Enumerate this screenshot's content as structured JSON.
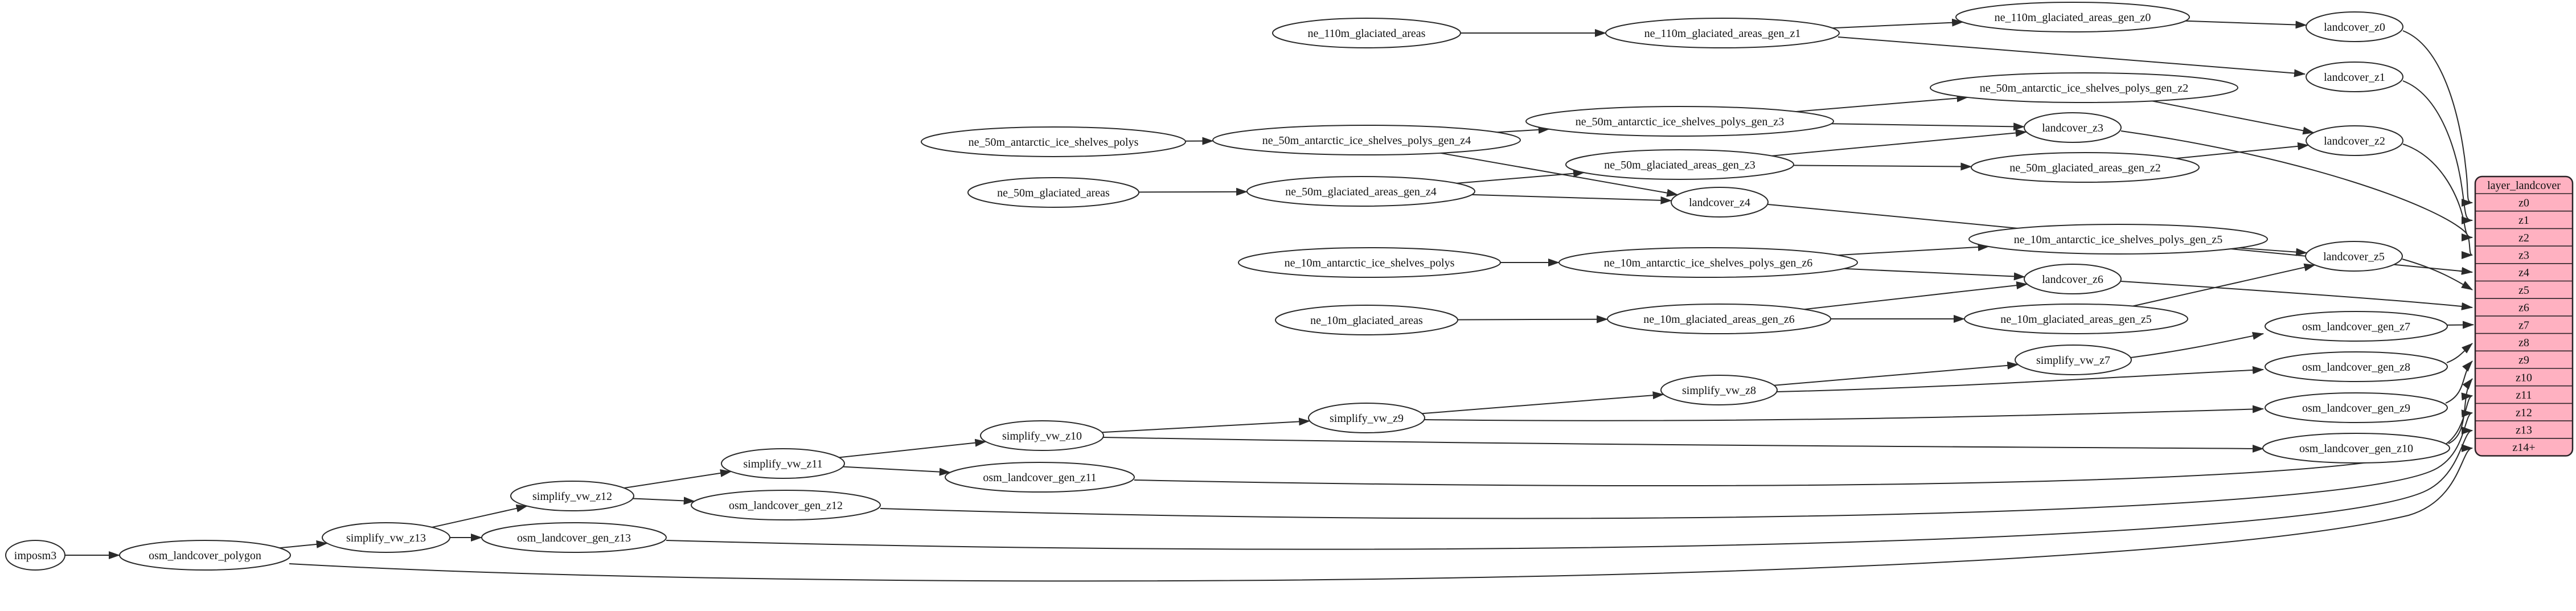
{
  "diagram": {
    "type": "graphviz-dependency-graph",
    "colors": {
      "background": "#ffffff",
      "node_fill": "#ffffff",
      "node_stroke": "#2a2a2a",
      "edge_color": "#2a2a2a",
      "table_fill": "#ffb1c1",
      "table_stroke": "#2b2226"
    },
    "table": {
      "title": "layer_landcover",
      "rows": [
        "z0",
        "z1",
        "z2",
        "z3",
        "z4",
        "z5",
        "z6",
        "z7",
        "z8",
        "z9",
        "z10",
        "z11",
        "z12",
        "z13",
        "z14+"
      ]
    },
    "nodes": [
      {
        "id": "imposm3",
        "label": "imposm3"
      },
      {
        "id": "osm_landcover_polygon",
        "label": "osm_landcover_polygon"
      },
      {
        "id": "simplify_vw_z13",
        "label": "simplify_vw_z13"
      },
      {
        "id": "osm_landcover_gen_z13",
        "label": "osm_landcover_gen_z13"
      },
      {
        "id": "simplify_vw_z12",
        "label": "simplify_vw_z12"
      },
      {
        "id": "osm_landcover_gen_z12",
        "label": "osm_landcover_gen_z12"
      },
      {
        "id": "simplify_vw_z11",
        "label": "simplify_vw_z11"
      },
      {
        "id": "osm_landcover_gen_z11",
        "label": "osm_landcover_gen_z11"
      },
      {
        "id": "simplify_vw_z10",
        "label": "simplify_vw_z10"
      },
      {
        "id": "simplify_vw_z9",
        "label": "simplify_vw_z9"
      },
      {
        "id": "simplify_vw_z8",
        "label": "simplify_vw_z8"
      },
      {
        "id": "simplify_vw_z7",
        "label": "simplify_vw_z7"
      },
      {
        "id": "osm_landcover_gen_z7",
        "label": "osm_landcover_gen_z7"
      },
      {
        "id": "osm_landcover_gen_z8",
        "label": "osm_landcover_gen_z8"
      },
      {
        "id": "osm_landcover_gen_z9",
        "label": "osm_landcover_gen_z9"
      },
      {
        "id": "osm_landcover_gen_z10",
        "label": "osm_landcover_gen_z10"
      },
      {
        "id": "ne_110m_glaciated_areas",
        "label": "ne_110m_glaciated_areas"
      },
      {
        "id": "ne_110m_glaciated_areas_gen_z1",
        "label": "ne_110m_glaciated_areas_gen_z1"
      },
      {
        "id": "ne_110m_glaciated_areas_gen_z0",
        "label": "ne_110m_glaciated_areas_gen_z0"
      },
      {
        "id": "landcover_z0",
        "label": "landcover_z0"
      },
      {
        "id": "landcover_z1",
        "label": "landcover_z1"
      },
      {
        "id": "ne_50m_antarctic_ice_shelves_polys",
        "label": "ne_50m_antarctic_ice_shelves_polys"
      },
      {
        "id": "ne_50m_antarctic_ice_shelves_polys_gen_z4",
        "label": "ne_50m_antarctic_ice_shelves_polys_gen_z4"
      },
      {
        "id": "ne_50m_antarctic_ice_shelves_polys_gen_z3",
        "label": "ne_50m_antarctic_ice_shelves_polys_gen_z3"
      },
      {
        "id": "ne_50m_antarctic_ice_shelves_polys_gen_z2",
        "label": "ne_50m_antarctic_ice_shelves_polys_gen_z2"
      },
      {
        "id": "landcover_z2",
        "label": "landcover_z2"
      },
      {
        "id": "landcover_z3",
        "label": "landcover_z3"
      },
      {
        "id": "landcover_z4",
        "label": "landcover_z4"
      },
      {
        "id": "ne_50m_glaciated_areas",
        "label": "ne_50m_glaciated_areas"
      },
      {
        "id": "ne_50m_glaciated_areas_gen_z4",
        "label": "ne_50m_glaciated_areas_gen_z4"
      },
      {
        "id": "ne_50m_glaciated_areas_gen_z3",
        "label": "ne_50m_glaciated_areas_gen_z3"
      },
      {
        "id": "ne_50m_glaciated_areas_gen_z2",
        "label": "ne_50m_glaciated_areas_gen_z2"
      },
      {
        "id": "ne_10m_antarctic_ice_shelves_polys",
        "label": "ne_10m_antarctic_ice_shelves_polys"
      },
      {
        "id": "ne_10m_antarctic_ice_shelves_polys_gen_z6",
        "label": "ne_10m_antarctic_ice_shelves_polys_gen_z6"
      },
      {
        "id": "ne_10m_antarctic_ice_shelves_polys_gen_z5",
        "label": "ne_10m_antarctic_ice_shelves_polys_gen_z5"
      },
      {
        "id": "landcover_z5",
        "label": "landcover_z5"
      },
      {
        "id": "landcover_z6",
        "label": "landcover_z6"
      },
      {
        "id": "ne_10m_glaciated_areas",
        "label": "ne_10m_glaciated_areas"
      },
      {
        "id": "ne_10m_glaciated_areas_gen_z6",
        "label": "ne_10m_glaciated_areas_gen_z6"
      },
      {
        "id": "ne_10m_glaciated_areas_gen_z5",
        "label": "ne_10m_glaciated_areas_gen_z5"
      }
    ],
    "edges": [
      {
        "from": "imposm3",
        "to": "osm_landcover_polygon"
      },
      {
        "from": "osm_landcover_polygon",
        "to": "simplify_vw_z13"
      },
      {
        "from": "osm_landcover_polygon",
        "to": "row_z14+"
      },
      {
        "from": "simplify_vw_z13",
        "to": "osm_landcover_gen_z13"
      },
      {
        "from": "simplify_vw_z13",
        "to": "simplify_vw_z12"
      },
      {
        "from": "osm_landcover_gen_z13",
        "to": "row_z13"
      },
      {
        "from": "simplify_vw_z12",
        "to": "osm_landcover_gen_z12"
      },
      {
        "from": "simplify_vw_z12",
        "to": "simplify_vw_z11"
      },
      {
        "from": "osm_landcover_gen_z12",
        "to": "row_z12"
      },
      {
        "from": "simplify_vw_z11",
        "to": "osm_landcover_gen_z11"
      },
      {
        "from": "simplify_vw_z11",
        "to": "simplify_vw_z10"
      },
      {
        "from": "osm_landcover_gen_z11",
        "to": "row_z11"
      },
      {
        "from": "simplify_vw_z10",
        "to": "simplify_vw_z9"
      },
      {
        "from": "simplify_vw_z10",
        "to": "osm_landcover_gen_z10"
      },
      {
        "from": "simplify_vw_z9",
        "to": "simplify_vw_z8"
      },
      {
        "from": "simplify_vw_z9",
        "to": "osm_landcover_gen_z9"
      },
      {
        "from": "simplify_vw_z8",
        "to": "simplify_vw_z7"
      },
      {
        "from": "simplify_vw_z8",
        "to": "osm_landcover_gen_z8"
      },
      {
        "from": "simplify_vw_z7",
        "to": "osm_landcover_gen_z7"
      },
      {
        "from": "osm_landcover_gen_z7",
        "to": "row_z7"
      },
      {
        "from": "osm_landcover_gen_z8",
        "to": "row_z8"
      },
      {
        "from": "osm_landcover_gen_z9",
        "to": "row_z9"
      },
      {
        "from": "osm_landcover_gen_z10",
        "to": "row_z10"
      },
      {
        "from": "ne_110m_glaciated_areas",
        "to": "ne_110m_glaciated_areas_gen_z1"
      },
      {
        "from": "ne_110m_glaciated_areas_gen_z1",
        "to": "ne_110m_glaciated_areas_gen_z0"
      },
      {
        "from": "ne_110m_glaciated_areas_gen_z1",
        "to": "landcover_z1"
      },
      {
        "from": "ne_110m_glaciated_areas_gen_z0",
        "to": "landcover_z0"
      },
      {
        "from": "landcover_z0",
        "to": "row_z0"
      },
      {
        "from": "landcover_z1",
        "to": "row_z1"
      },
      {
        "from": "ne_50m_antarctic_ice_shelves_polys",
        "to": "ne_50m_antarctic_ice_shelves_polys_gen_z4"
      },
      {
        "from": "ne_50m_antarctic_ice_shelves_polys_gen_z4",
        "to": "ne_50m_antarctic_ice_shelves_polys_gen_z3"
      },
      {
        "from": "ne_50m_antarctic_ice_shelves_polys_gen_z4",
        "to": "landcover_z4"
      },
      {
        "from": "ne_50m_antarctic_ice_shelves_polys_gen_z3",
        "to": "ne_50m_antarctic_ice_shelves_polys_gen_z2"
      },
      {
        "from": "ne_50m_antarctic_ice_shelves_polys_gen_z3",
        "to": "landcover_z3"
      },
      {
        "from": "ne_50m_antarctic_ice_shelves_polys_gen_z2",
        "to": "landcover_z2"
      },
      {
        "from": "ne_50m_glaciated_areas",
        "to": "ne_50m_glaciated_areas_gen_z4"
      },
      {
        "from": "ne_50m_glaciated_areas_gen_z4",
        "to": "ne_50m_glaciated_areas_gen_z3"
      },
      {
        "from": "ne_50m_glaciated_areas_gen_z4",
        "to": "landcover_z4"
      },
      {
        "from": "ne_50m_glaciated_areas_gen_z3",
        "to": "ne_50m_glaciated_areas_gen_z2"
      },
      {
        "from": "ne_50m_glaciated_areas_gen_z3",
        "to": "landcover_z3"
      },
      {
        "from": "ne_50m_glaciated_areas_gen_z2",
        "to": "landcover_z2"
      },
      {
        "from": "landcover_z2",
        "to": "row_z2"
      },
      {
        "from": "landcover_z3",
        "to": "row_z3"
      },
      {
        "from": "landcover_z4",
        "to": "row_z4"
      },
      {
        "from": "ne_10m_antarctic_ice_shelves_polys",
        "to": "ne_10m_antarctic_ice_shelves_polys_gen_z6"
      },
      {
        "from": "ne_10m_antarctic_ice_shelves_polys_gen_z6",
        "to": "ne_10m_antarctic_ice_shelves_polys_gen_z5"
      },
      {
        "from": "ne_10m_antarctic_ice_shelves_polys_gen_z6",
        "to": "landcover_z6"
      },
      {
        "from": "ne_10m_antarctic_ice_shelves_polys_gen_z5",
        "to": "landcover_z5"
      },
      {
        "from": "ne_10m_glaciated_areas",
        "to": "ne_10m_glaciated_areas_gen_z6"
      },
      {
        "from": "ne_10m_glaciated_areas_gen_z6",
        "to": "ne_10m_glaciated_areas_gen_z5"
      },
      {
        "from": "ne_10m_glaciated_areas_gen_z6",
        "to": "landcover_z6"
      },
      {
        "from": "ne_10m_glaciated_areas_gen_z5",
        "to": "landcover_z5"
      },
      {
        "from": "landcover_z5",
        "to": "row_z5"
      },
      {
        "from": "landcover_z6",
        "to": "row_z6"
      }
    ]
  }
}
